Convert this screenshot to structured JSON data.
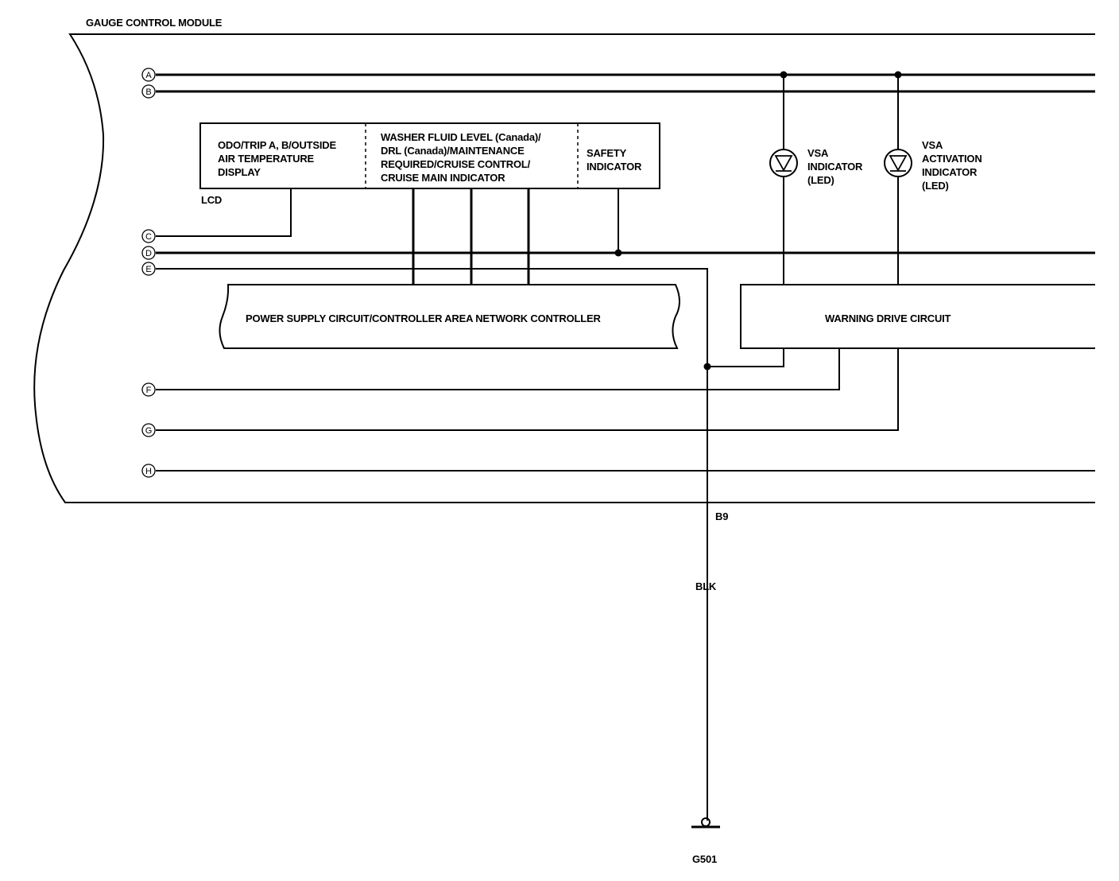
{
  "module": {
    "title": "GAUGE CONTROL MODULE"
  },
  "pins": [
    "A",
    "B",
    "C",
    "D",
    "E",
    "F",
    "G",
    "H"
  ],
  "lcd": {
    "label": "LCD",
    "cell1": [
      "ODO/TRIP A, B/OUTSIDE",
      "AIR TEMPERATURE",
      "DISPLAY"
    ],
    "cell2": [
      "WASHER FLUID LEVEL (Canada)/",
      "DRL (Canada)/MAINTENANCE",
      "REQUIRED/CRUISE CONTROL/",
      "CRUISE MAIN INDICATOR"
    ],
    "cell3": [
      "SAFETY",
      "INDICATOR"
    ]
  },
  "leds": [
    {
      "lines": [
        "VSA",
        "INDICATOR",
        "(LED)"
      ]
    },
    {
      "lines": [
        "VSA",
        "ACTIVATION",
        "INDICATOR",
        "(LED)"
      ]
    }
  ],
  "power_block": {
    "label": "POWER SUPPLY CIRCUIT/CONTROLLER AREA NETWORK CONTROLLER"
  },
  "warning_block": {
    "label": "WARNING DRIVE CIRCUIT"
  },
  "ground": {
    "terminal": "B9",
    "wire_color": "BLK",
    "ground_point": "G501"
  }
}
